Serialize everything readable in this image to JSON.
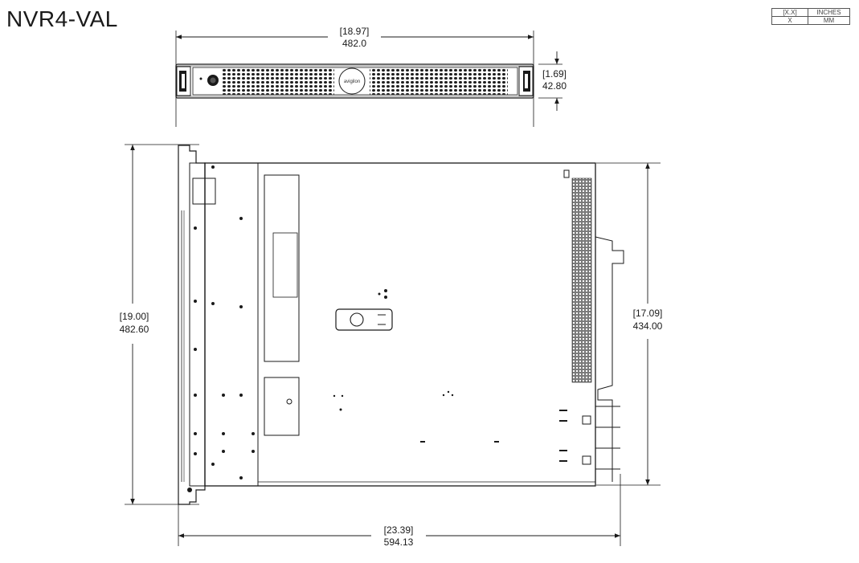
{
  "title": "NVR4-VAL",
  "units_legend": {
    "inches_symbol": "[X.X]",
    "inches_label": "INCHES",
    "mm_symbol": "X",
    "mm_label": "MM"
  },
  "dimensions": {
    "front_width": {
      "inches": "[18.97]",
      "mm": "482.0"
    },
    "front_height": {
      "inches": "[1.69]",
      "mm": "42.80"
    },
    "top_depth_left": {
      "inches": "[19.00]",
      "mm": "482.60"
    },
    "top_depth_right": {
      "inches": "[17.09]",
      "mm": "434.00"
    },
    "top_length": {
      "inches": "[23.39]",
      "mm": "594.13"
    }
  },
  "brand_mark": "avigilon"
}
